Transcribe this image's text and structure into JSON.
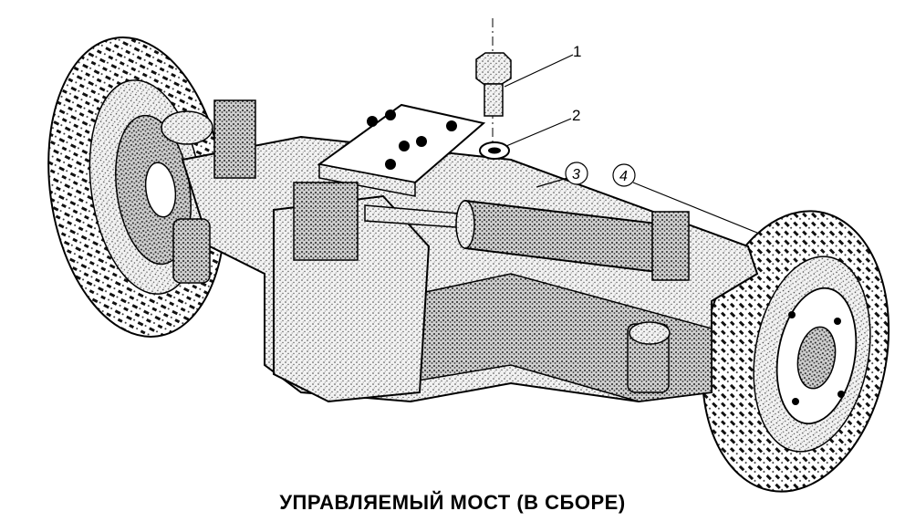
{
  "caption": "УПРАВЛЯЕМЫЙ МОСТ (В СБОРЕ)",
  "callouts": [
    {
      "label": "1",
      "circled": false
    },
    {
      "label": "2",
      "circled": false
    },
    {
      "label": "3",
      "circled": true
    },
    {
      "label": "4",
      "circled": true
    }
  ],
  "colors": {
    "ink": "#000000",
    "paper": "#ffffff",
    "shade": "#d8d8d8",
    "dark": "#7a7a7a"
  }
}
